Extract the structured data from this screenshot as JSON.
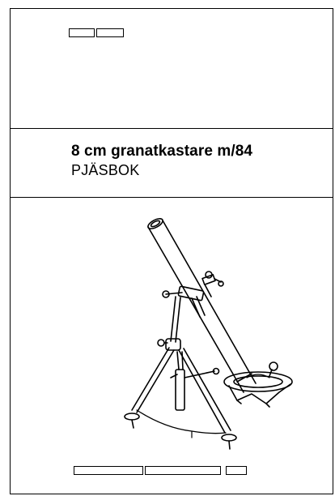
{
  "document": {
    "title": "8 cm granatkastare m/84",
    "subtitle": "PJÄSBOK"
  },
  "illustration": {
    "subject": "mortar-on-bipod"
  },
  "colors": {
    "ink": "#000000",
    "paper": "#ffffff"
  }
}
